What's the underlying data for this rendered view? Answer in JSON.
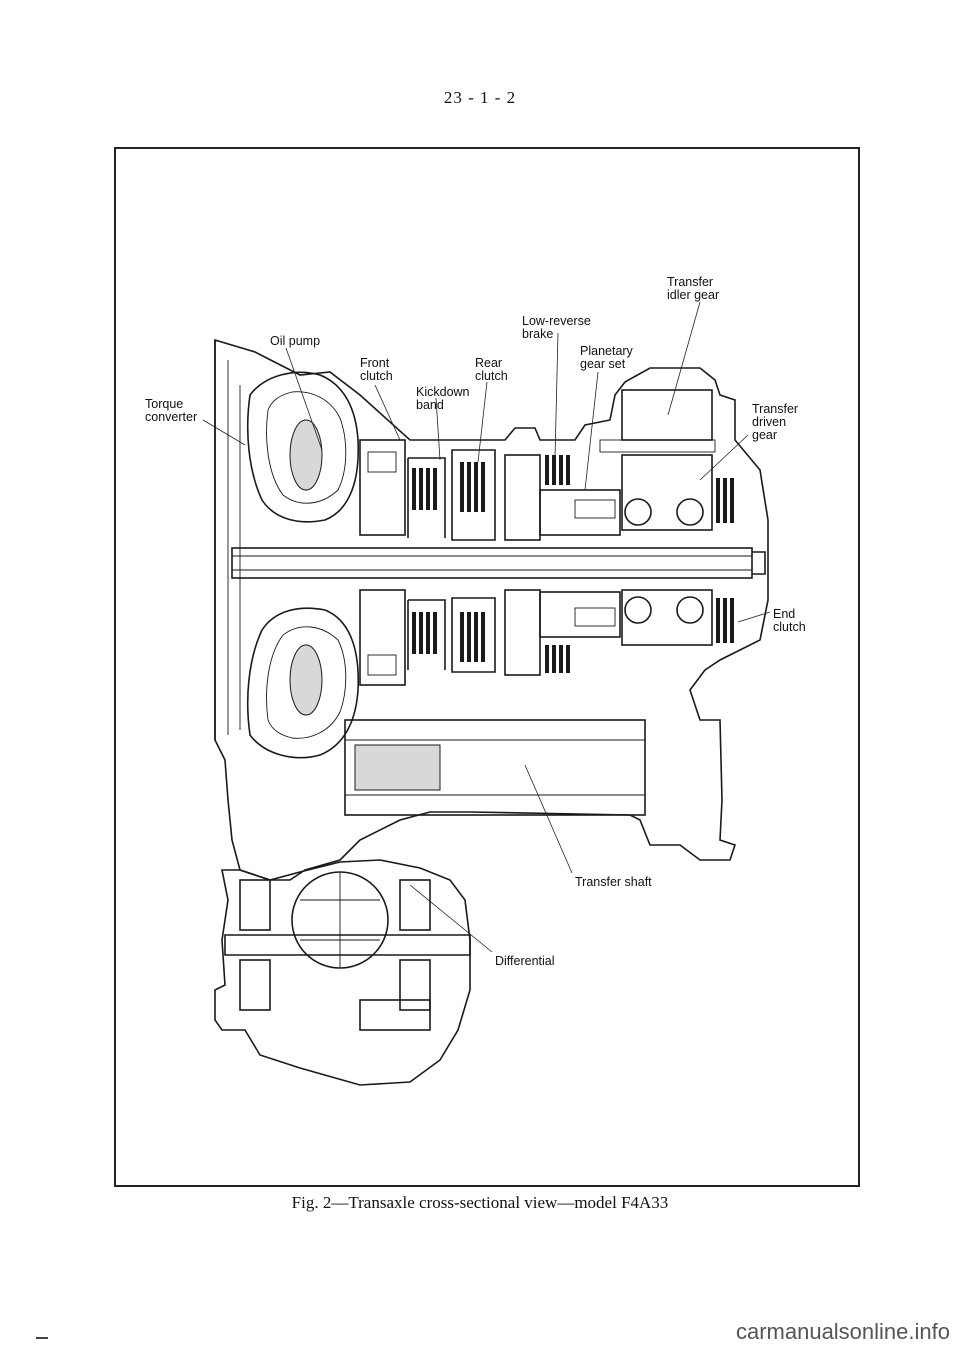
{
  "page": {
    "number": "23 - 1 - 2",
    "caption": "Fig. 2—Transaxle cross-sectional view—model F4A33",
    "watermark": "carmanualsonline.info"
  },
  "figure": {
    "labels": {
      "transfer_idler_gear": "Transfer\nidler gear",
      "low_reverse_brake": "Low-reverse\nbrake",
      "oil_pump": "Oil pump",
      "planetary_gear_set": "Planetary\ngear set",
      "front_clutch": "Front\nclutch",
      "rear_clutch": "Rear\nclutch",
      "kickdown_band": "Kickdown\nband",
      "torque_converter": "Torque\nconverter",
      "transfer_driven_gear": "Transfer\ndriven\ngear",
      "end_clutch": "End\nclutch",
      "transfer_shaft": "Transfer shaft",
      "differential": "Differential"
    }
  }
}
